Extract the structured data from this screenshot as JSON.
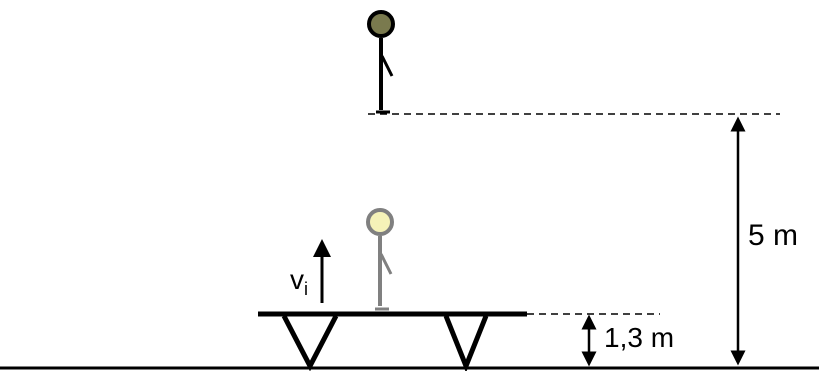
{
  "labels": {
    "total_height": "5 m",
    "trampoline_height": "1,3 m",
    "velocity_symbol": "v",
    "velocity_subscript": "i"
  },
  "colors": {
    "line": "#000000",
    "figure_top_head": "#7a7a4e",
    "figure_bottom_head": "#f5f2b8",
    "figure_bottom_body": "#808080"
  }
}
